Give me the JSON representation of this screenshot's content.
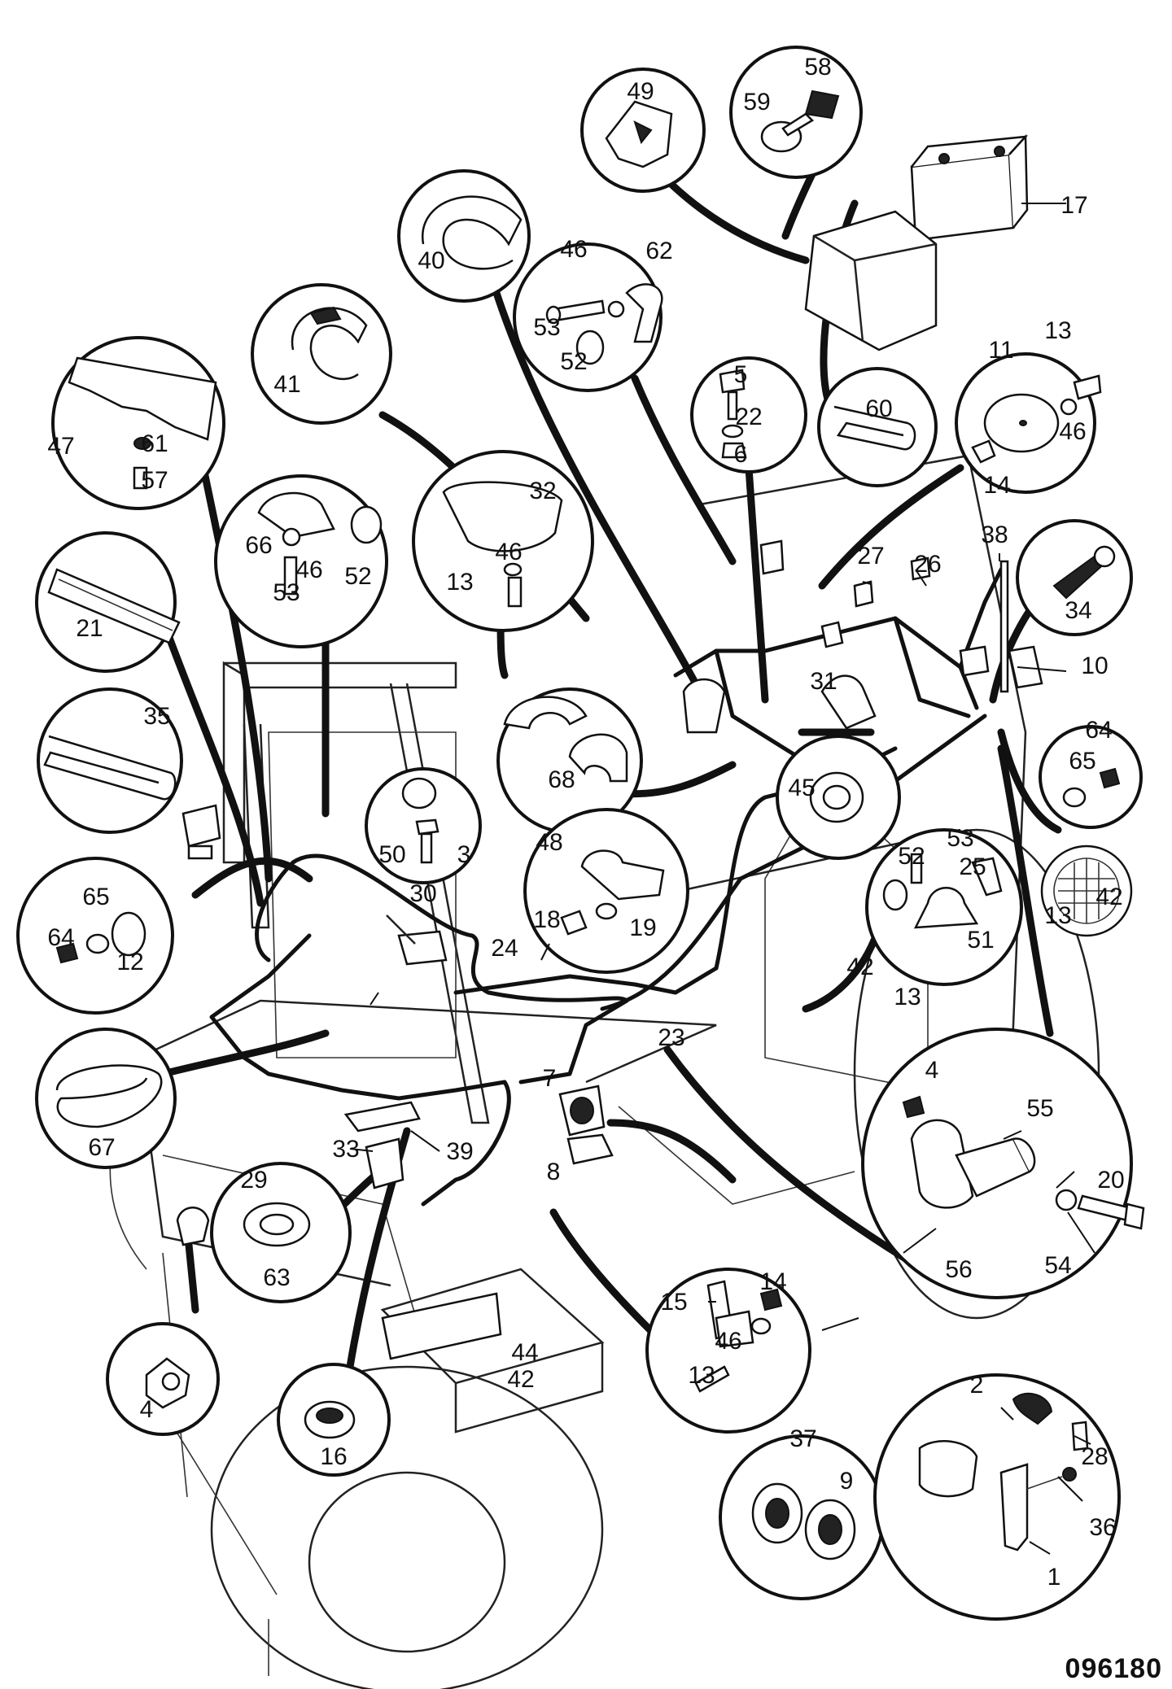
{
  "drawing": {
    "number": "096180"
  },
  "callouts": [
    {
      "label": "1"
    },
    {
      "label": "2"
    },
    {
      "label": "3"
    },
    {
      "label": "4"
    },
    {
      "label": "4"
    },
    {
      "label": "5"
    },
    {
      "label": "6"
    },
    {
      "label": "7"
    },
    {
      "label": "8"
    },
    {
      "label": "9"
    },
    {
      "label": "10"
    },
    {
      "label": "11"
    },
    {
      "label": "12"
    },
    {
      "label": "13"
    },
    {
      "label": "13"
    },
    {
      "label": "13"
    },
    {
      "label": "13"
    },
    {
      "label": "13"
    },
    {
      "label": "14"
    },
    {
      "label": "14"
    },
    {
      "label": "15"
    },
    {
      "label": "16"
    },
    {
      "label": "17"
    },
    {
      "label": "18"
    },
    {
      "label": "19"
    },
    {
      "label": "20"
    },
    {
      "label": "21"
    },
    {
      "label": "22"
    },
    {
      "label": "23"
    },
    {
      "label": "24"
    },
    {
      "label": "25"
    },
    {
      "label": "26"
    },
    {
      "label": "27"
    },
    {
      "label": "28"
    },
    {
      "label": "29"
    },
    {
      "label": "30"
    },
    {
      "label": "31"
    },
    {
      "label": "32"
    },
    {
      "label": "33"
    },
    {
      "label": "34"
    },
    {
      "label": "35"
    },
    {
      "label": "36"
    },
    {
      "label": "37"
    },
    {
      "label": "38"
    },
    {
      "label": "39"
    },
    {
      "label": "40"
    },
    {
      "label": "41"
    },
    {
      "label": "42"
    },
    {
      "label": "42"
    },
    {
      "label": "42"
    },
    {
      "label": "44"
    },
    {
      "label": "45"
    },
    {
      "label": "46"
    },
    {
      "label": "46"
    },
    {
      "label": "46"
    },
    {
      "label": "46"
    },
    {
      "label": "46"
    },
    {
      "label": "47"
    },
    {
      "label": "48"
    },
    {
      "label": "49"
    },
    {
      "label": "50"
    },
    {
      "label": "51"
    },
    {
      "label": "52"
    },
    {
      "label": "52"
    },
    {
      "label": "52"
    },
    {
      "label": "53"
    },
    {
      "label": "53"
    },
    {
      "label": "53"
    },
    {
      "label": "54"
    },
    {
      "label": "55"
    },
    {
      "label": "56"
    },
    {
      "label": "57"
    },
    {
      "label": "58"
    },
    {
      "label": "59"
    },
    {
      "label": "60"
    },
    {
      "label": "61"
    },
    {
      "label": "62"
    },
    {
      "label": "63"
    },
    {
      "label": "64"
    },
    {
      "label": "64"
    },
    {
      "label": "65"
    },
    {
      "label": "65"
    },
    {
      "label": "66"
    },
    {
      "label": "67"
    },
    {
      "label": "68"
    }
  ]
}
